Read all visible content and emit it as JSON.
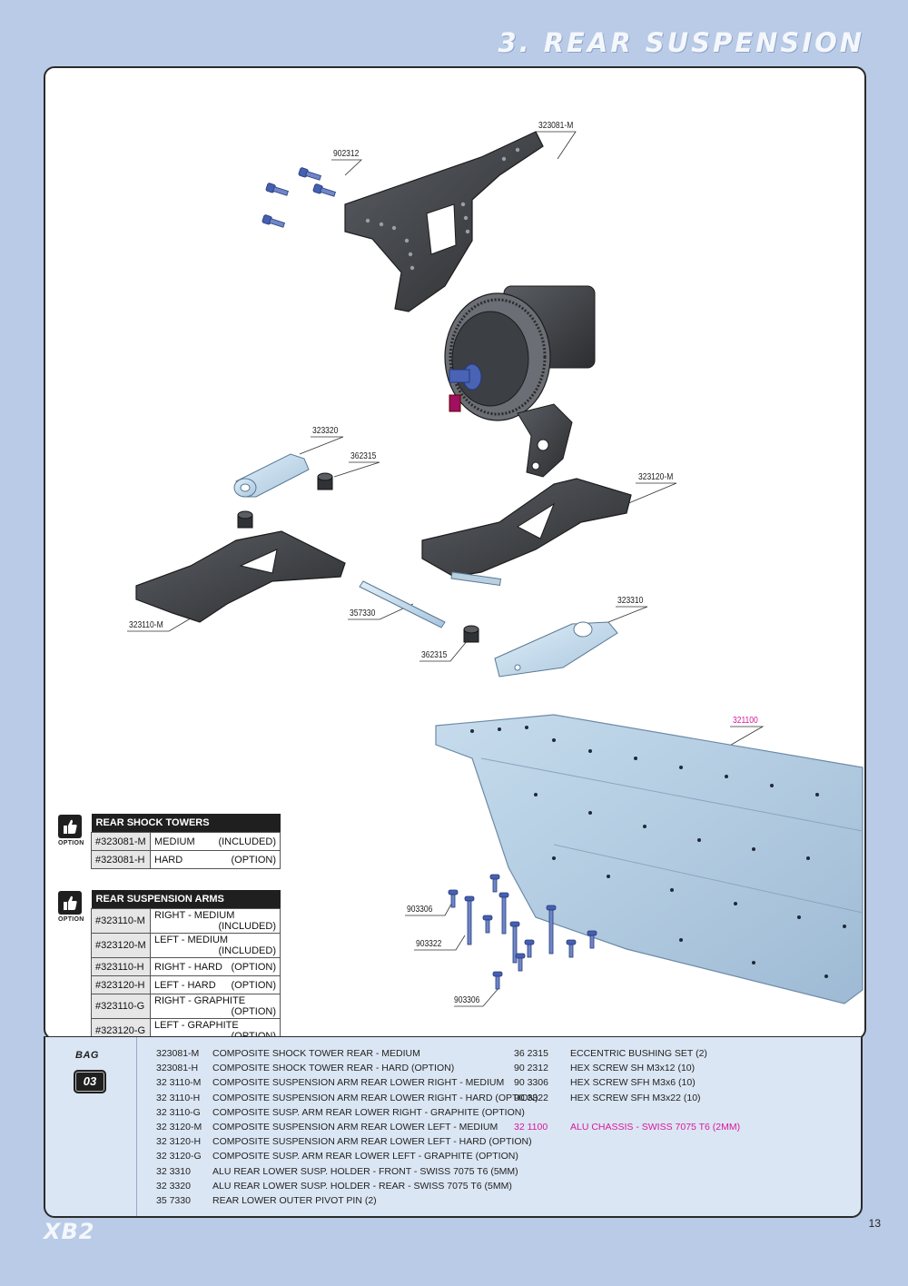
{
  "page": {
    "title": "3. REAR SUSPENSION",
    "page_number": "13",
    "logo": "XB2"
  },
  "labels": {
    "l323081m": "323081-M",
    "l902312": "902312",
    "l323320": "323320",
    "l362315a": "362315",
    "l323120m": "323120-M",
    "l323310": "323310",
    "l357330": "357330",
    "l323110m": "323110-M",
    "l362315b": "362315",
    "l321100": "321100",
    "l903306a": "903306",
    "l903322": "903322",
    "l903306b": "903306"
  },
  "options": {
    "icon_text": "OPTION",
    "shock_towers": {
      "title": "REAR SHOCK TOWERS",
      "rows": [
        {
          "code": "#323081-M",
          "desc": "MEDIUM",
          "status": "(INCLUDED)"
        },
        {
          "code": "#323081-H",
          "desc": "HARD",
          "status": "(OPTION)"
        }
      ]
    },
    "susp_arms": {
      "title": "REAR SUSPENSION ARMS",
      "rows": [
        {
          "code": "#323110-M",
          "desc": "RIGHT - MEDIUM",
          "status": "(INCLUDED)"
        },
        {
          "code": "#323120-M",
          "desc": "LEFT   - MEDIUM",
          "status": "(INCLUDED)"
        },
        {
          "code": "#323110-H",
          "desc": "RIGHT - HARD",
          "status": "(OPTION)"
        },
        {
          "code": "#323120-H",
          "desc": "LEFT    - HARD",
          "status": "(OPTION)"
        },
        {
          "code": "#323110-G",
          "desc": "RIGHT - GRAPHITE",
          "status": "(OPTION)"
        },
        {
          "code": "#323120-G",
          "desc": "LEFT   - GRAPHITE",
          "status": "(OPTION)"
        }
      ]
    }
  },
  "bag": {
    "label": "BAG",
    "number": "03",
    "parts_left": [
      {
        "code": "323081-M",
        "desc": "COMPOSITE SHOCK TOWER REAR - MEDIUM"
      },
      {
        "code": "323081-H",
        "desc": "COMPOSITE SHOCK TOWER REAR - HARD (OPTION)"
      },
      {
        "code": "32 3110-M",
        "desc": "COMPOSITE SUSPENSION ARM REAR LOWER RIGHT - MEDIUM"
      },
      {
        "code": "32 3110-H",
        "desc": "COMPOSITE SUSPENSION ARM REAR LOWER RIGHT - HARD (OPTION)"
      },
      {
        "code": "32 3110-G",
        "desc": "COMPOSITE SUSP. ARM REAR LOWER RIGHT - GRAPHITE (OPTION)"
      },
      {
        "code": "32 3120-M",
        "desc": "COMPOSITE SUSPENSION ARM REAR LOWER LEFT - MEDIUM"
      },
      {
        "code": "32 3120-H",
        "desc": "COMPOSITE SUSPENSION ARM REAR LOWER LEFT - HARD (OPTION)"
      },
      {
        "code": "32 3120-G",
        "desc": "COMPOSITE SUSP. ARM REAR LOWER LEFT - GRAPHITE (OPTION)"
      },
      {
        "code": "32 3310",
        "desc": "ALU REAR LOWER SUSP. HOLDER - FRONT - SWISS 7075 T6 (5MM)"
      },
      {
        "code": "32 3320",
        "desc": "ALU REAR LOWER SUSP. HOLDER - REAR - SWISS 7075 T6 (5MM)"
      },
      {
        "code": "35 7330",
        "desc": "REAR LOWER OUTER PIVOT PIN (2)"
      }
    ],
    "parts_right": [
      {
        "code": "36 2315",
        "desc": "ECCENTRIC BUSHING SET (2)"
      },
      {
        "code": "90 2312",
        "desc": "HEX SCREW SH M3x12  (10)"
      },
      {
        "code": "90 3306",
        "desc": "HEX SCREW SFH M3x6  (10)"
      },
      {
        "code": "90 3322",
        "desc": "HEX SCREW SFH M3x22  (10)"
      }
    ],
    "parts_highlight": {
      "code": "32 1100",
      "desc": "ALU CHASSIS - SWISS 7075 T6 (2MM)"
    }
  },
  "colors": {
    "background": "#b9cbe6",
    "highlight": "#d8189a",
    "bag_panel": "#dbe6f4"
  }
}
